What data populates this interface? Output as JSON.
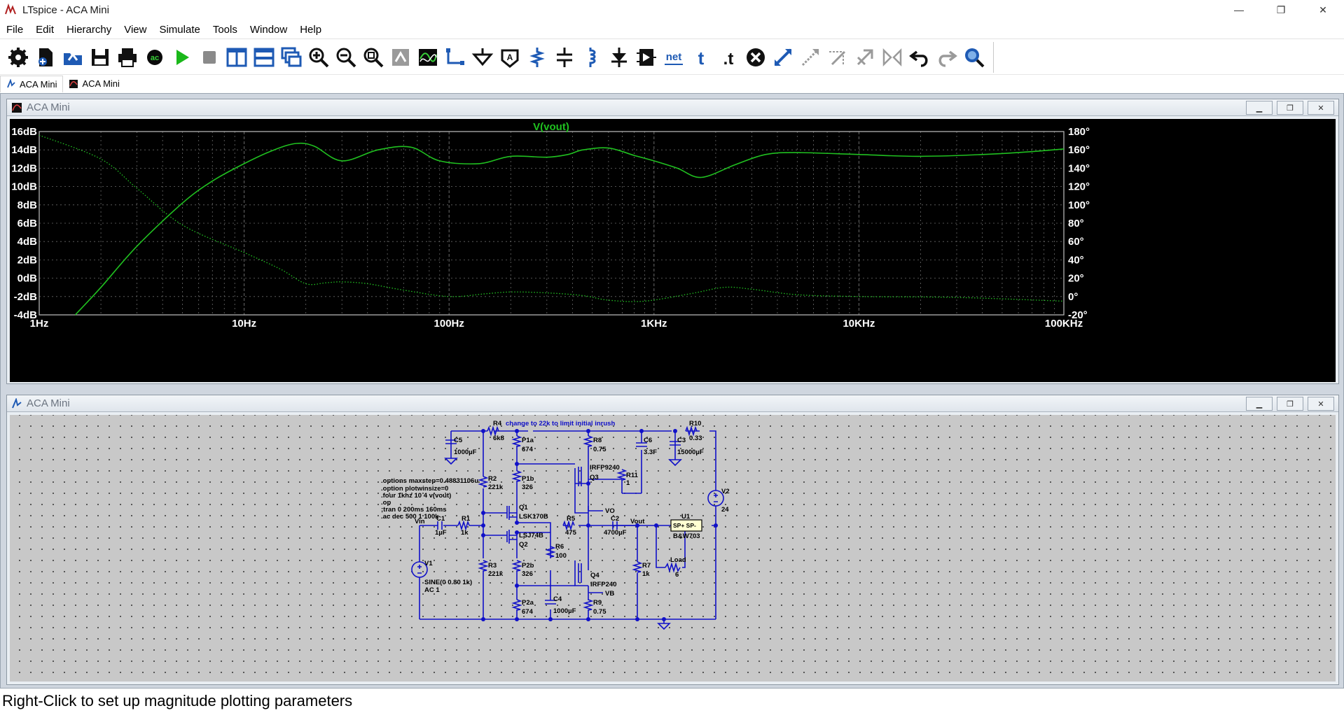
{
  "window": {
    "title": "LTspice - ACA Mini",
    "controls": [
      "—",
      "❐",
      "✕"
    ]
  },
  "menu": [
    "File",
    "Edit",
    "Hierarchy",
    "View",
    "Simulate",
    "Tools",
    "Window",
    "Help"
  ],
  "toolbar": {
    "icons": [
      "gear-icon",
      "new-schematic-icon",
      "open-icon",
      "save-icon",
      "print-icon",
      "run-ac-icon",
      "run-icon",
      "halt-icon",
      "tile-vertical-icon",
      "tile-horizontal-icon",
      "cascade-icon",
      "zoom-in-icon",
      "zoom-out-icon",
      "zoom-fit-icon",
      "autorange-icon",
      "plot-settings-icon",
      "wire-icon",
      "ground-icon",
      "label-node-icon",
      "resistor-icon",
      "capacitor-icon",
      "inductor-icon",
      "diode-icon",
      "component-icon",
      "net-icon",
      "text-icon",
      "spice-directive-icon",
      "delete-icon",
      "move-icon",
      "drag-icon",
      "rotate-icon",
      "mirror-icon",
      "flip-icon",
      "undo-icon",
      "redo-icon",
      "find-icon"
    ],
    "net_label": "net",
    "text_label": "t",
    "directive_label": ".t"
  },
  "tabs": [
    {
      "label": "ACA Mini",
      "icon": "schematic-icon",
      "active": true
    },
    {
      "label": "ACA Mini",
      "icon": "waveform-icon",
      "active": false
    }
  ],
  "plot_window": {
    "title": "ACA Mini",
    "trace_label": "V(vout)",
    "left_axis_ticks": [
      "16dB",
      "14dB",
      "12dB",
      "10dB",
      "8dB",
      "6dB",
      "4dB",
      "2dB",
      "0dB",
      "-2dB",
      "-4dB"
    ],
    "right_axis_ticks": [
      "180°",
      "160°",
      "140°",
      "120°",
      "100°",
      "80°",
      "60°",
      "40°",
      "20°",
      "0°",
      "-20°"
    ],
    "x_axis_ticks": [
      "1Hz",
      "10Hz",
      "100Hz",
      "1KHz",
      "10KHz",
      "100KHz"
    ],
    "colors": {
      "background": "#000000",
      "trace": "#20c020",
      "grid": "#6a6a6a",
      "axis_text": "#ffffff"
    }
  },
  "chart_data": {
    "type": "line",
    "title": "V(vout)",
    "xlabel": "",
    "ylabel": "",
    "x_scale": "log",
    "xlim": [
      1,
      100000
    ],
    "ylim": [
      -4,
      16
    ],
    "y2lim": [
      -20,
      180
    ],
    "grid": true,
    "series": [
      {
        "axis": "left",
        "style": "solid",
        "x": [
          1.5,
          2,
          3,
          5,
          7,
          10,
          14,
          18,
          22,
          30,
          45,
          65,
          90,
          140,
          200,
          300,
          380,
          450,
          600,
          800,
          1000,
          1300,
          1700,
          2500,
          3500,
          5000,
          10000,
          20000,
          50000,
          100000
        ],
        "values": [
          -4.0,
          -1.0,
          3.5,
          8.2,
          10.6,
          12.5,
          14.0,
          14.7,
          14.4,
          12.8,
          14.0,
          14.3,
          12.8,
          12.5,
          13.3,
          13.2,
          13.5,
          14.0,
          14.2,
          13.4,
          12.8,
          12.0,
          11.0,
          12.4,
          13.5,
          13.7,
          13.5,
          13.3,
          13.6,
          14.1
        ]
      },
      {
        "axis": "right",
        "style": "dotted",
        "x": [
          1,
          2,
          3,
          5,
          10,
          15,
          20,
          25,
          30,
          40,
          60,
          100,
          150,
          200,
          300,
          450,
          600,
          900,
          1500,
          2200,
          3000,
          5000,
          10000,
          30000,
          100000
        ],
        "values": [
          176,
          150,
          118,
          78,
          48,
          30,
          14,
          15,
          16,
          14,
          7,
          0,
          3,
          5,
          4,
          1,
          -4,
          -5,
          3,
          10,
          8,
          2,
          0,
          -1,
          -5
        ]
      }
    ]
  },
  "schematic_window": {
    "title": "ACA Mini",
    "directives": [
      ".options maxstep=0.48831106u",
      ".option plotwinsize=0",
      ".four 1khz 10 4 v(vout)",
      ".op",
      ";tran 0 200ms 160ms",
      ".ac dec 500 1 100k"
    ],
    "note": "change to 22k to limit initial inrush",
    "labels": {
      "R4": "R4",
      "R4_val": "6k8",
      "R10": "R10",
      "R10_val": "0.33",
      "C5": "C5",
      "C5_val": "1000µF",
      "P1a": "P1a",
      "P1a_val": "674",
      "R8": "R8",
      "R8_val": "0.75",
      "C6": "C6",
      "C6_val": "3.3F",
      "C3": "C3",
      "C3_val": "15000µF",
      "IRFP9240": "IRFP9240",
      "Q3": "Q3",
      "R11": "R11",
      "R11_val": "1",
      "R2": "R2",
      "R2_val": "221k",
      "P1b": "P1b",
      "P1b_val": "326",
      "V2": "V2",
      "V2_val": "24",
      "Q1": "Q1",
      "LSK170B": "LSK170B",
      "VO": "VO",
      "Vin": "Vin",
      "C1": "C1",
      "C1_val": "1µF",
      "R1": "R1",
      "R1_val": "1k",
      "R5": "R5",
      "R5_val": "475",
      "C2": "C2",
      "C2_val": "4700µF",
      "Vout": "Vout",
      "U1": "U1",
      "U1_pins": "SP+  SP-",
      "U1_val": "B&W703",
      "LSJ74B": "LSJ74B",
      "Q2": "Q2",
      "R6": "R6",
      "R6_val": "100",
      "V1": "V1",
      "V1_val": "SINE(0 0.80 1k)",
      "V1_ac": "AC 1",
      "Load": "Load",
      "Load_val": "6",
      "R3": "R3",
      "R3_val": "221k",
      "P2b": "P2b",
      "P2b_val": "326",
      "Q4": "Q4",
      "IRFP240": "IRFP240",
      "R7": "R7",
      "R7_val": "1k",
      "VB": "VB",
      "C4": "C4",
      "C4_val": "1000µF",
      "P2a": "P2a",
      "P2a_val": "674",
      "R9": "R9",
      "R9_val": "0.75"
    },
    "colors": {
      "background": "#c8c8c8",
      "wire": "#1010c8",
      "text": "#000000",
      "note": "#1010c8",
      "u1_fill": "#ffffd2"
    }
  },
  "status": "Right-Click to set up magnitude plotting parameters"
}
